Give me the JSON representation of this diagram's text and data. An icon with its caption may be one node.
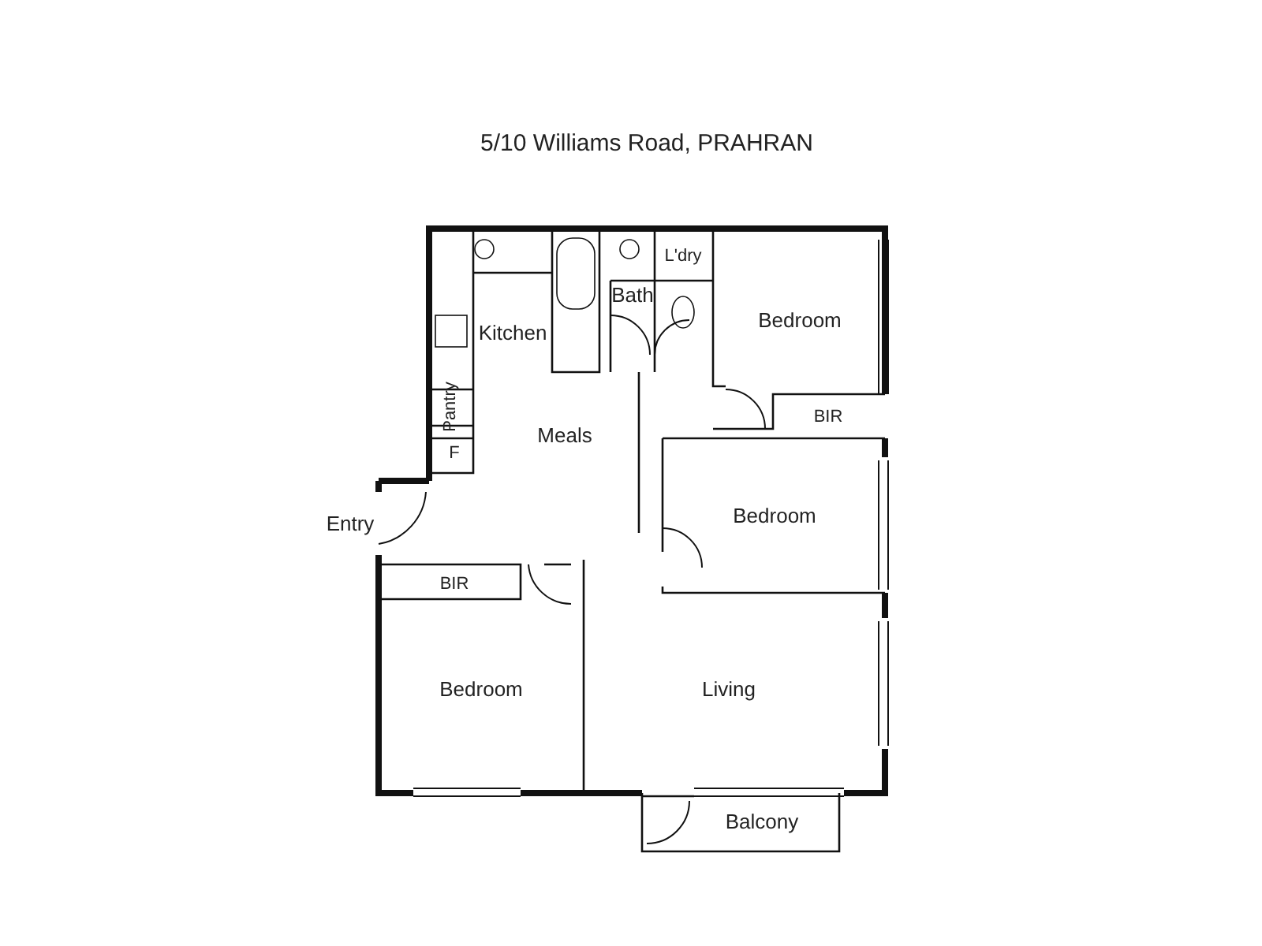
{
  "diagram": {
    "title": "5/10 Williams Road, PRAHRAN",
    "labels": [
      "L'dry",
      "Bath",
      "Bedroom",
      "Kitchen",
      "Pantry",
      "BIR",
      "Meals",
      "F",
      "Bedroom",
      "Entry",
      "BIR",
      "Bedroom",
      "Living",
      "Balcony"
    ]
  }
}
